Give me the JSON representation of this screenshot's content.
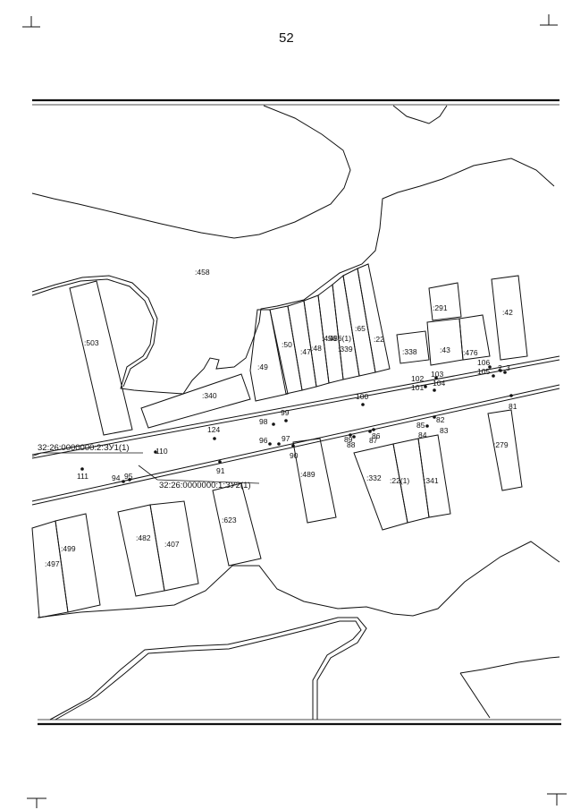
{
  "page_number": "52",
  "parcels": [
    ":458",
    ":503",
    ":340",
    ":49",
    ":50",
    ":47",
    ":48",
    ":456",
    ":486(1)",
    ":339",
    ":65",
    ":22",
    ":338",
    ":291",
    ":43",
    ":476",
    ":42",
    ":489",
    ":332",
    ":22(1)",
    ":341",
    ":279",
    ":623",
    ":482",
    ":407",
    ":499",
    ":497"
  ],
  "points": [
    "99",
    "100",
    "101",
    "102",
    "103",
    "104",
    "105",
    "106",
    "2",
    "3",
    "81",
    "82",
    "83",
    "84",
    "85",
    "86",
    "87",
    "88",
    "89",
    "90",
    "91",
    "94",
    "95",
    "96",
    "97",
    "98",
    "110",
    "111",
    "124"
  ],
  "designations": [
    "32:26:0000000:2:ЗУ1(1)",
    "32:26:0000000:1:ЗУ2(1)"
  ]
}
